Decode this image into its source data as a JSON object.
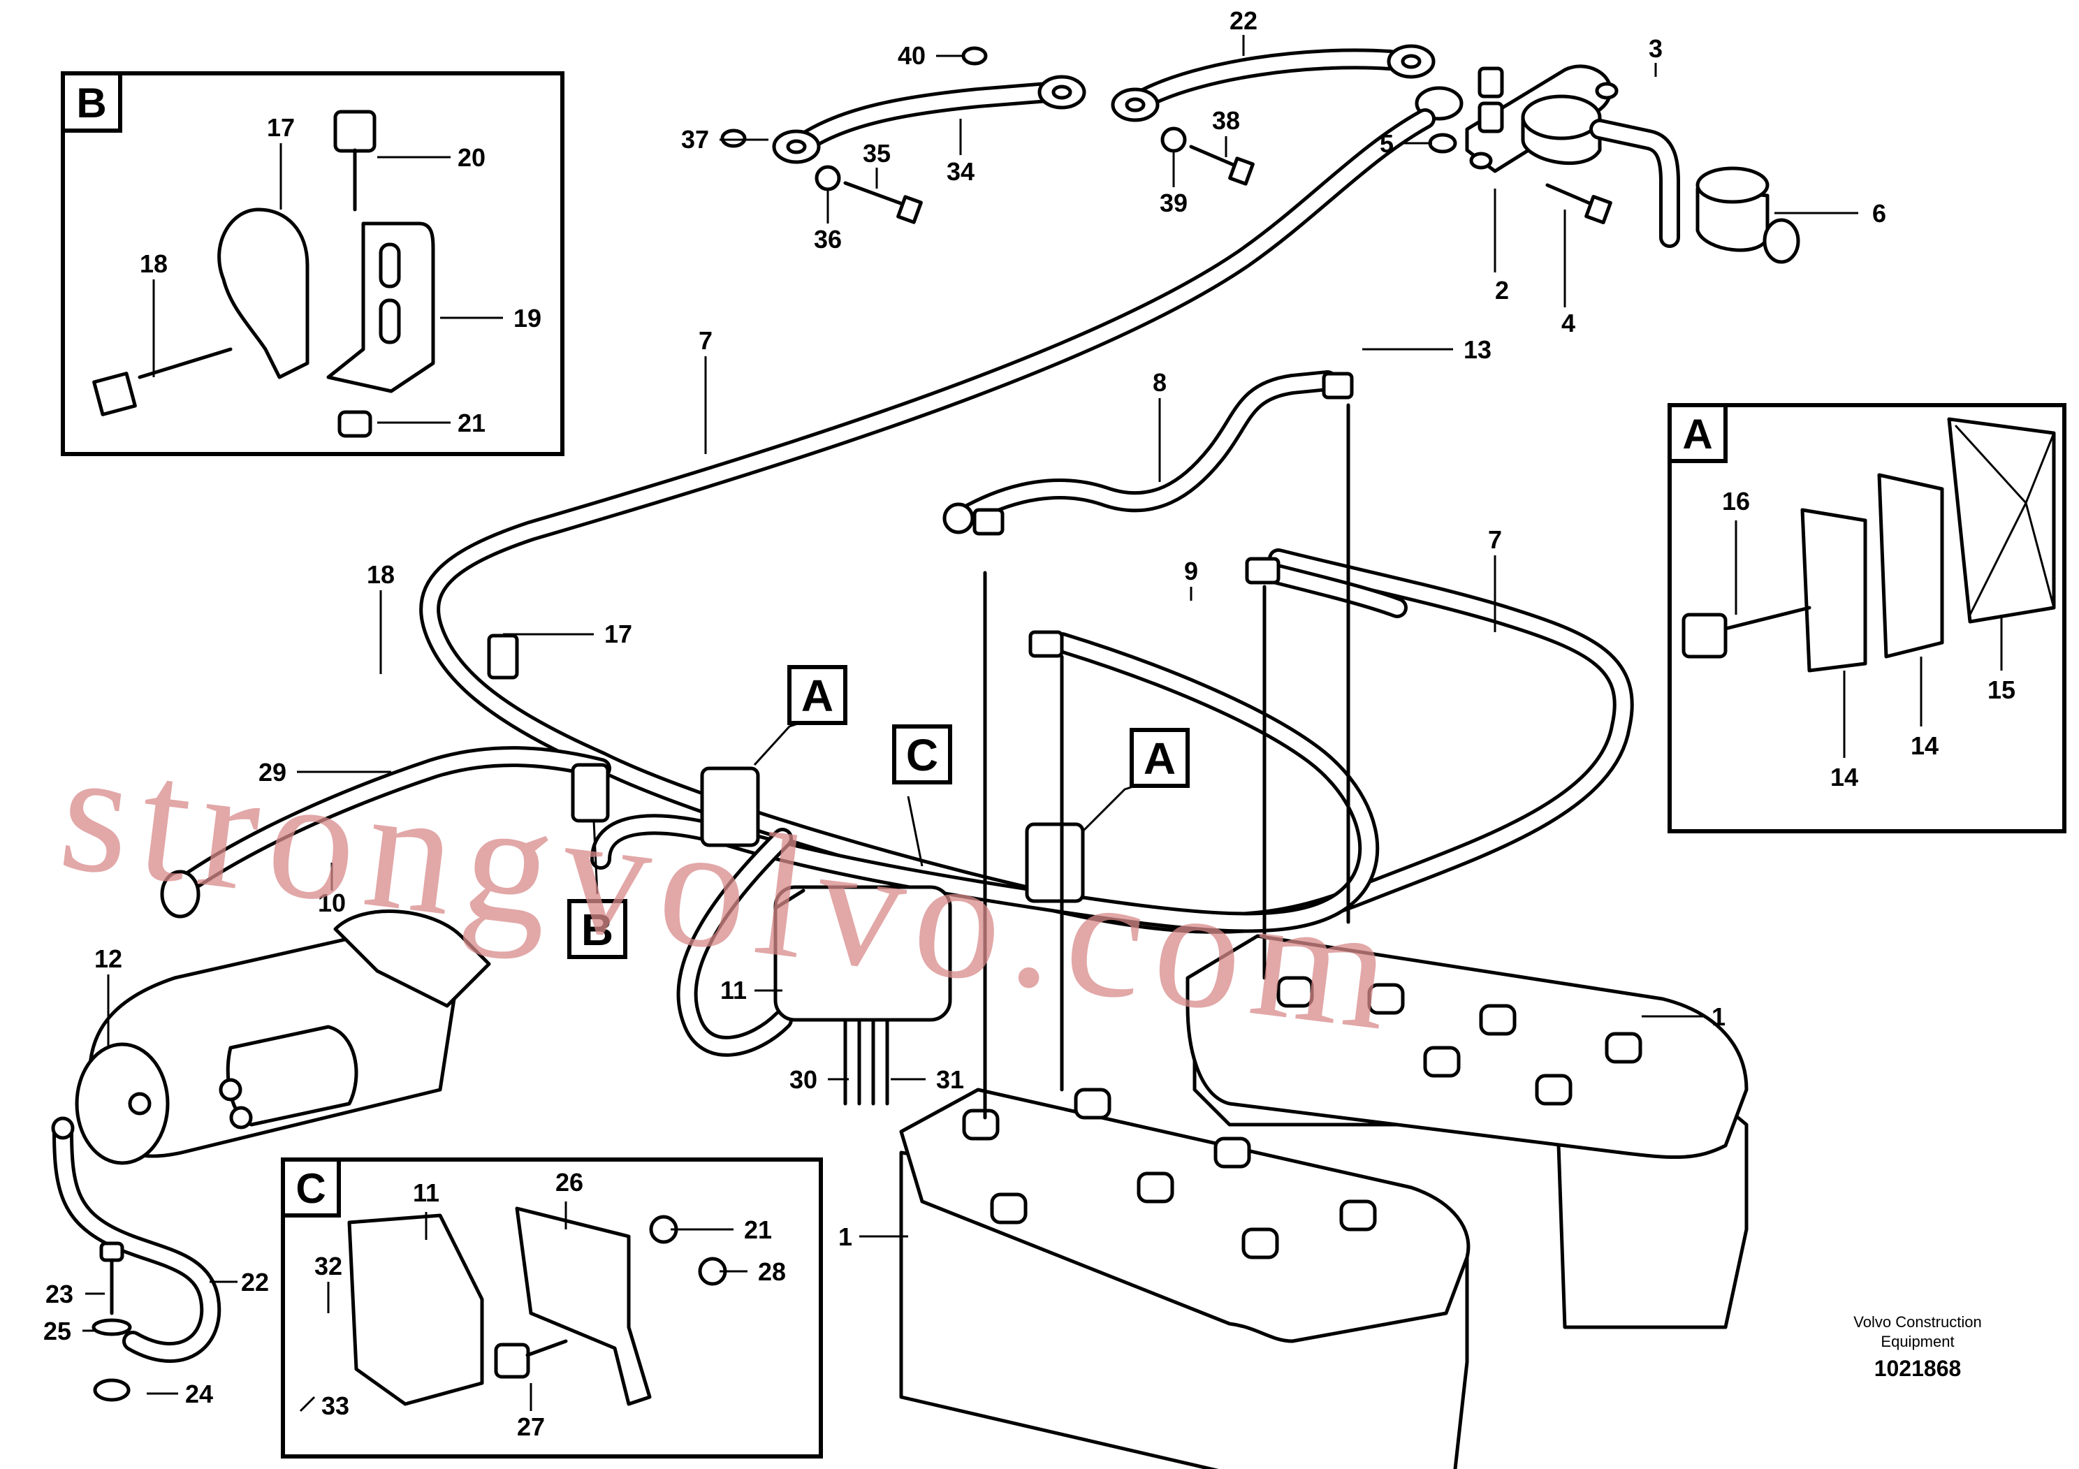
{
  "detail_views": [
    {
      "label": "B",
      "parts": [
        "17",
        "18",
        "19",
        "20",
        "21"
      ]
    },
    {
      "label": "A",
      "parts": [
        "14",
        "14",
        "15",
        "16"
      ]
    },
    {
      "label": "C",
      "parts": [
        "11",
        "21",
        "26",
        "27",
        "28",
        "32",
        "33"
      ]
    }
  ],
  "callout_tags": [
    "A",
    "C",
    "A",
    "B"
  ],
  "part_numbers": [
    "1",
    "2",
    "3",
    "4",
    "5",
    "6",
    "7",
    "8",
    "9",
    "10",
    "11",
    "12",
    "13",
    "14",
    "15",
    "16",
    "17",
    "18",
    "19",
    "20",
    "21",
    "22",
    "23",
    "24",
    "25",
    "26",
    "27",
    "28",
    "29",
    "30",
    "31",
    "32",
    "33",
    "34",
    "35",
    "36",
    "37",
    "38",
    "39",
    "40"
  ],
  "watermark": "strongvolvo.com",
  "footer": {
    "brand_line_1": "Volvo Construction",
    "brand_line_2": "Equipment",
    "document_number": "1021868"
  }
}
